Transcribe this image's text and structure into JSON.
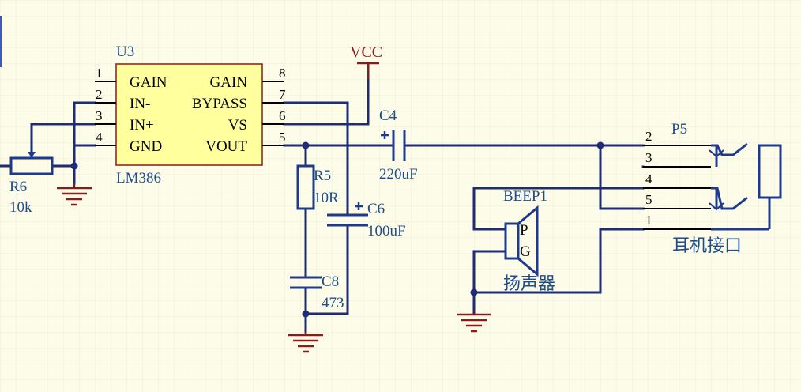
{
  "u3": {
    "designator": "U3",
    "part": "LM386",
    "left_pins": [
      "GAIN",
      "IN-",
      "IN+",
      "GND"
    ],
    "right_pins": [
      "GAIN",
      "BYPASS",
      "VS",
      "VOUT"
    ],
    "left_numbers": [
      "1",
      "2",
      "3",
      "4"
    ],
    "right_numbers": [
      "8",
      "7",
      "6",
      "5"
    ]
  },
  "vcc": {
    "label": "VCC"
  },
  "r6": {
    "designator": "R6",
    "value": "10k"
  },
  "r5": {
    "designator": "R5",
    "value": "10R"
  },
  "c6": {
    "designator": "C6",
    "value": "100uF"
  },
  "c8": {
    "designator": "C8",
    "value": "473"
  },
  "c4": {
    "designator": "C4",
    "value": "220uF"
  },
  "beep1": {
    "designator": "BEEP1",
    "pin_p": "P",
    "pin_g": "G",
    "name": "扬声器"
  },
  "p5": {
    "designator": "P5",
    "name": "耳机接口",
    "pins": [
      "2",
      "3",
      "4",
      "5",
      "1"
    ]
  },
  "colors": {
    "wire": "#1f2b74",
    "ic_fill": "#ffff9e",
    "designator": "#1e4d8c",
    "power": "#8b1a1a",
    "background": "#fcfce9"
  }
}
